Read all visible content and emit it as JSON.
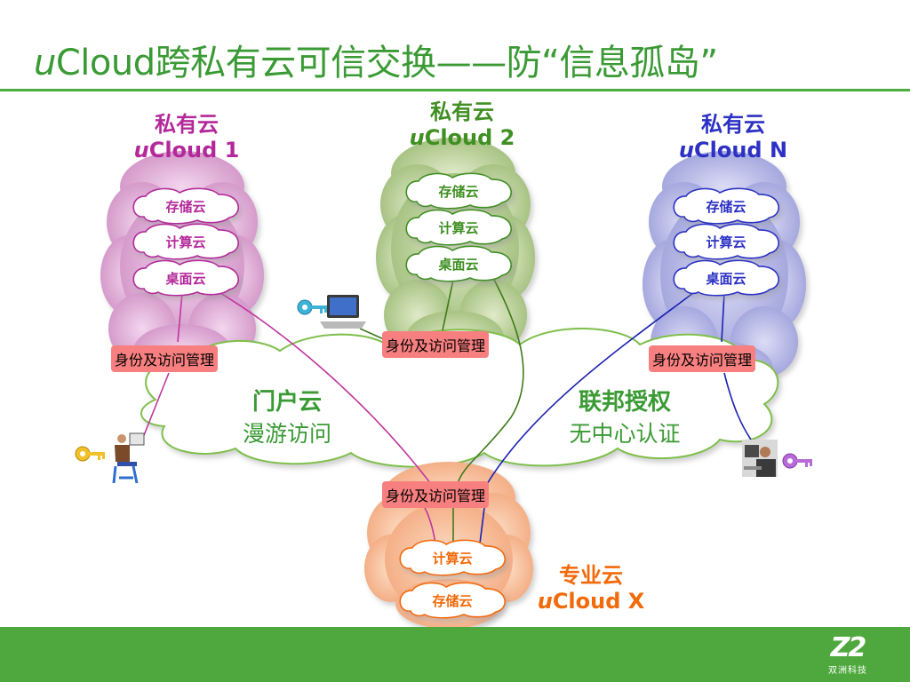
{
  "title": {
    "prefix": "u",
    "text": "Cloud跨私有云可信交换——防“信息孤岛”"
  },
  "clouds": {
    "c1": {
      "line1": "私有云",
      "line2_prefix": "u",
      "line2": "Cloud 1",
      "color": "#b4299a",
      "services": [
        "存储云",
        "计算云",
        "桌面云"
      ],
      "iam": "身份及访问管理"
    },
    "c2": {
      "line1": "私有云",
      "line2_prefix": "u",
      "line2": "Cloud 2",
      "color": "#3f8f22",
      "services": [
        "存储云",
        "计算云",
        "桌面云"
      ],
      "iam": "身份及访问管理"
    },
    "cn": {
      "line1": "私有云",
      "line2_prefix": "u",
      "line2": "Cloud N",
      "color": "#2c31c4",
      "services": [
        "存储云",
        "计算云",
        "桌面云"
      ],
      "iam": "身份及访问管理"
    },
    "cx": {
      "line1": "专业云",
      "line2_prefix": "u",
      "line2": "Cloud X",
      "color": "#f26a09",
      "services": [
        "计算云",
        "存储云"
      ],
      "iam": "身份及访问管理"
    }
  },
  "central": {
    "left": {
      "a": "门户云",
      "b": "漫游访问"
    },
    "right": {
      "a": "联邦授权",
      "b": "无中心认证"
    }
  },
  "logo": {
    "mark": "Z2",
    "text": "双洲科技"
  },
  "colors": {
    "magenta": "#c0359e",
    "green": "#3f7a1a",
    "blue": "#1c22b0",
    "orange": "#f26a09"
  }
}
